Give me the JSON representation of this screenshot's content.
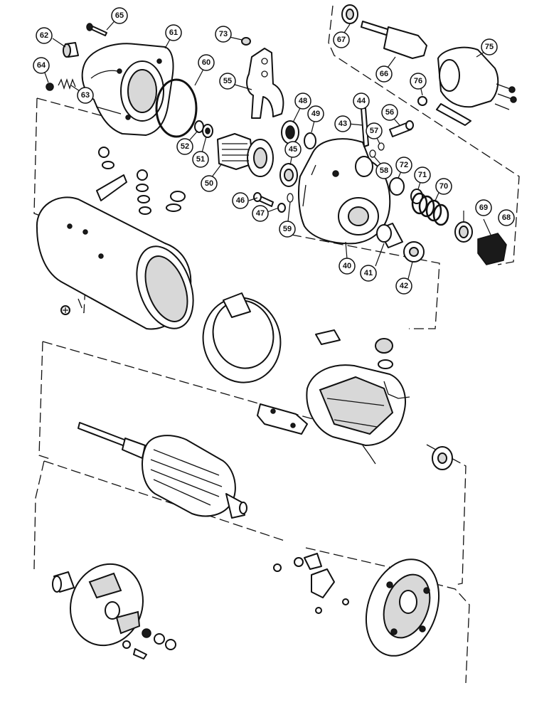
{
  "diagram": {
    "callouts": [
      {
        "id": "c40",
        "label": "40"
      },
      {
        "id": "c41",
        "label": "41"
      },
      {
        "id": "c42",
        "label": "42"
      },
      {
        "id": "c43",
        "label": "43"
      },
      {
        "id": "c44",
        "label": "44"
      },
      {
        "id": "c45",
        "label": "45"
      },
      {
        "id": "c46",
        "label": "46"
      },
      {
        "id": "c47",
        "label": "47"
      },
      {
        "id": "c48",
        "label": "48"
      },
      {
        "id": "c49",
        "label": "49"
      },
      {
        "id": "c50",
        "label": "50"
      },
      {
        "id": "c51",
        "label": "51"
      },
      {
        "id": "c52",
        "label": "52"
      },
      {
        "id": "c55",
        "label": "55"
      },
      {
        "id": "c56",
        "label": "56"
      },
      {
        "id": "c57",
        "label": "57"
      },
      {
        "id": "c58",
        "label": "58"
      },
      {
        "id": "c59",
        "label": "59"
      },
      {
        "id": "c60",
        "label": "60"
      },
      {
        "id": "c61",
        "label": "61"
      },
      {
        "id": "c62",
        "label": "62"
      },
      {
        "id": "c63",
        "label": "63"
      },
      {
        "id": "c64",
        "label": "64"
      },
      {
        "id": "c65",
        "label": "65"
      },
      {
        "id": "c66",
        "label": "66"
      },
      {
        "id": "c67",
        "label": "67"
      },
      {
        "id": "c68",
        "label": "68"
      },
      {
        "id": "c69",
        "label": "69"
      },
      {
        "id": "c70",
        "label": "70"
      },
      {
        "id": "c71",
        "label": "71"
      },
      {
        "id": "c72",
        "label": "72"
      },
      {
        "id": "c73",
        "label": "73"
      },
      {
        "id": "c75",
        "label": "75"
      },
      {
        "id": "c76",
        "label": "76"
      }
    ]
  }
}
